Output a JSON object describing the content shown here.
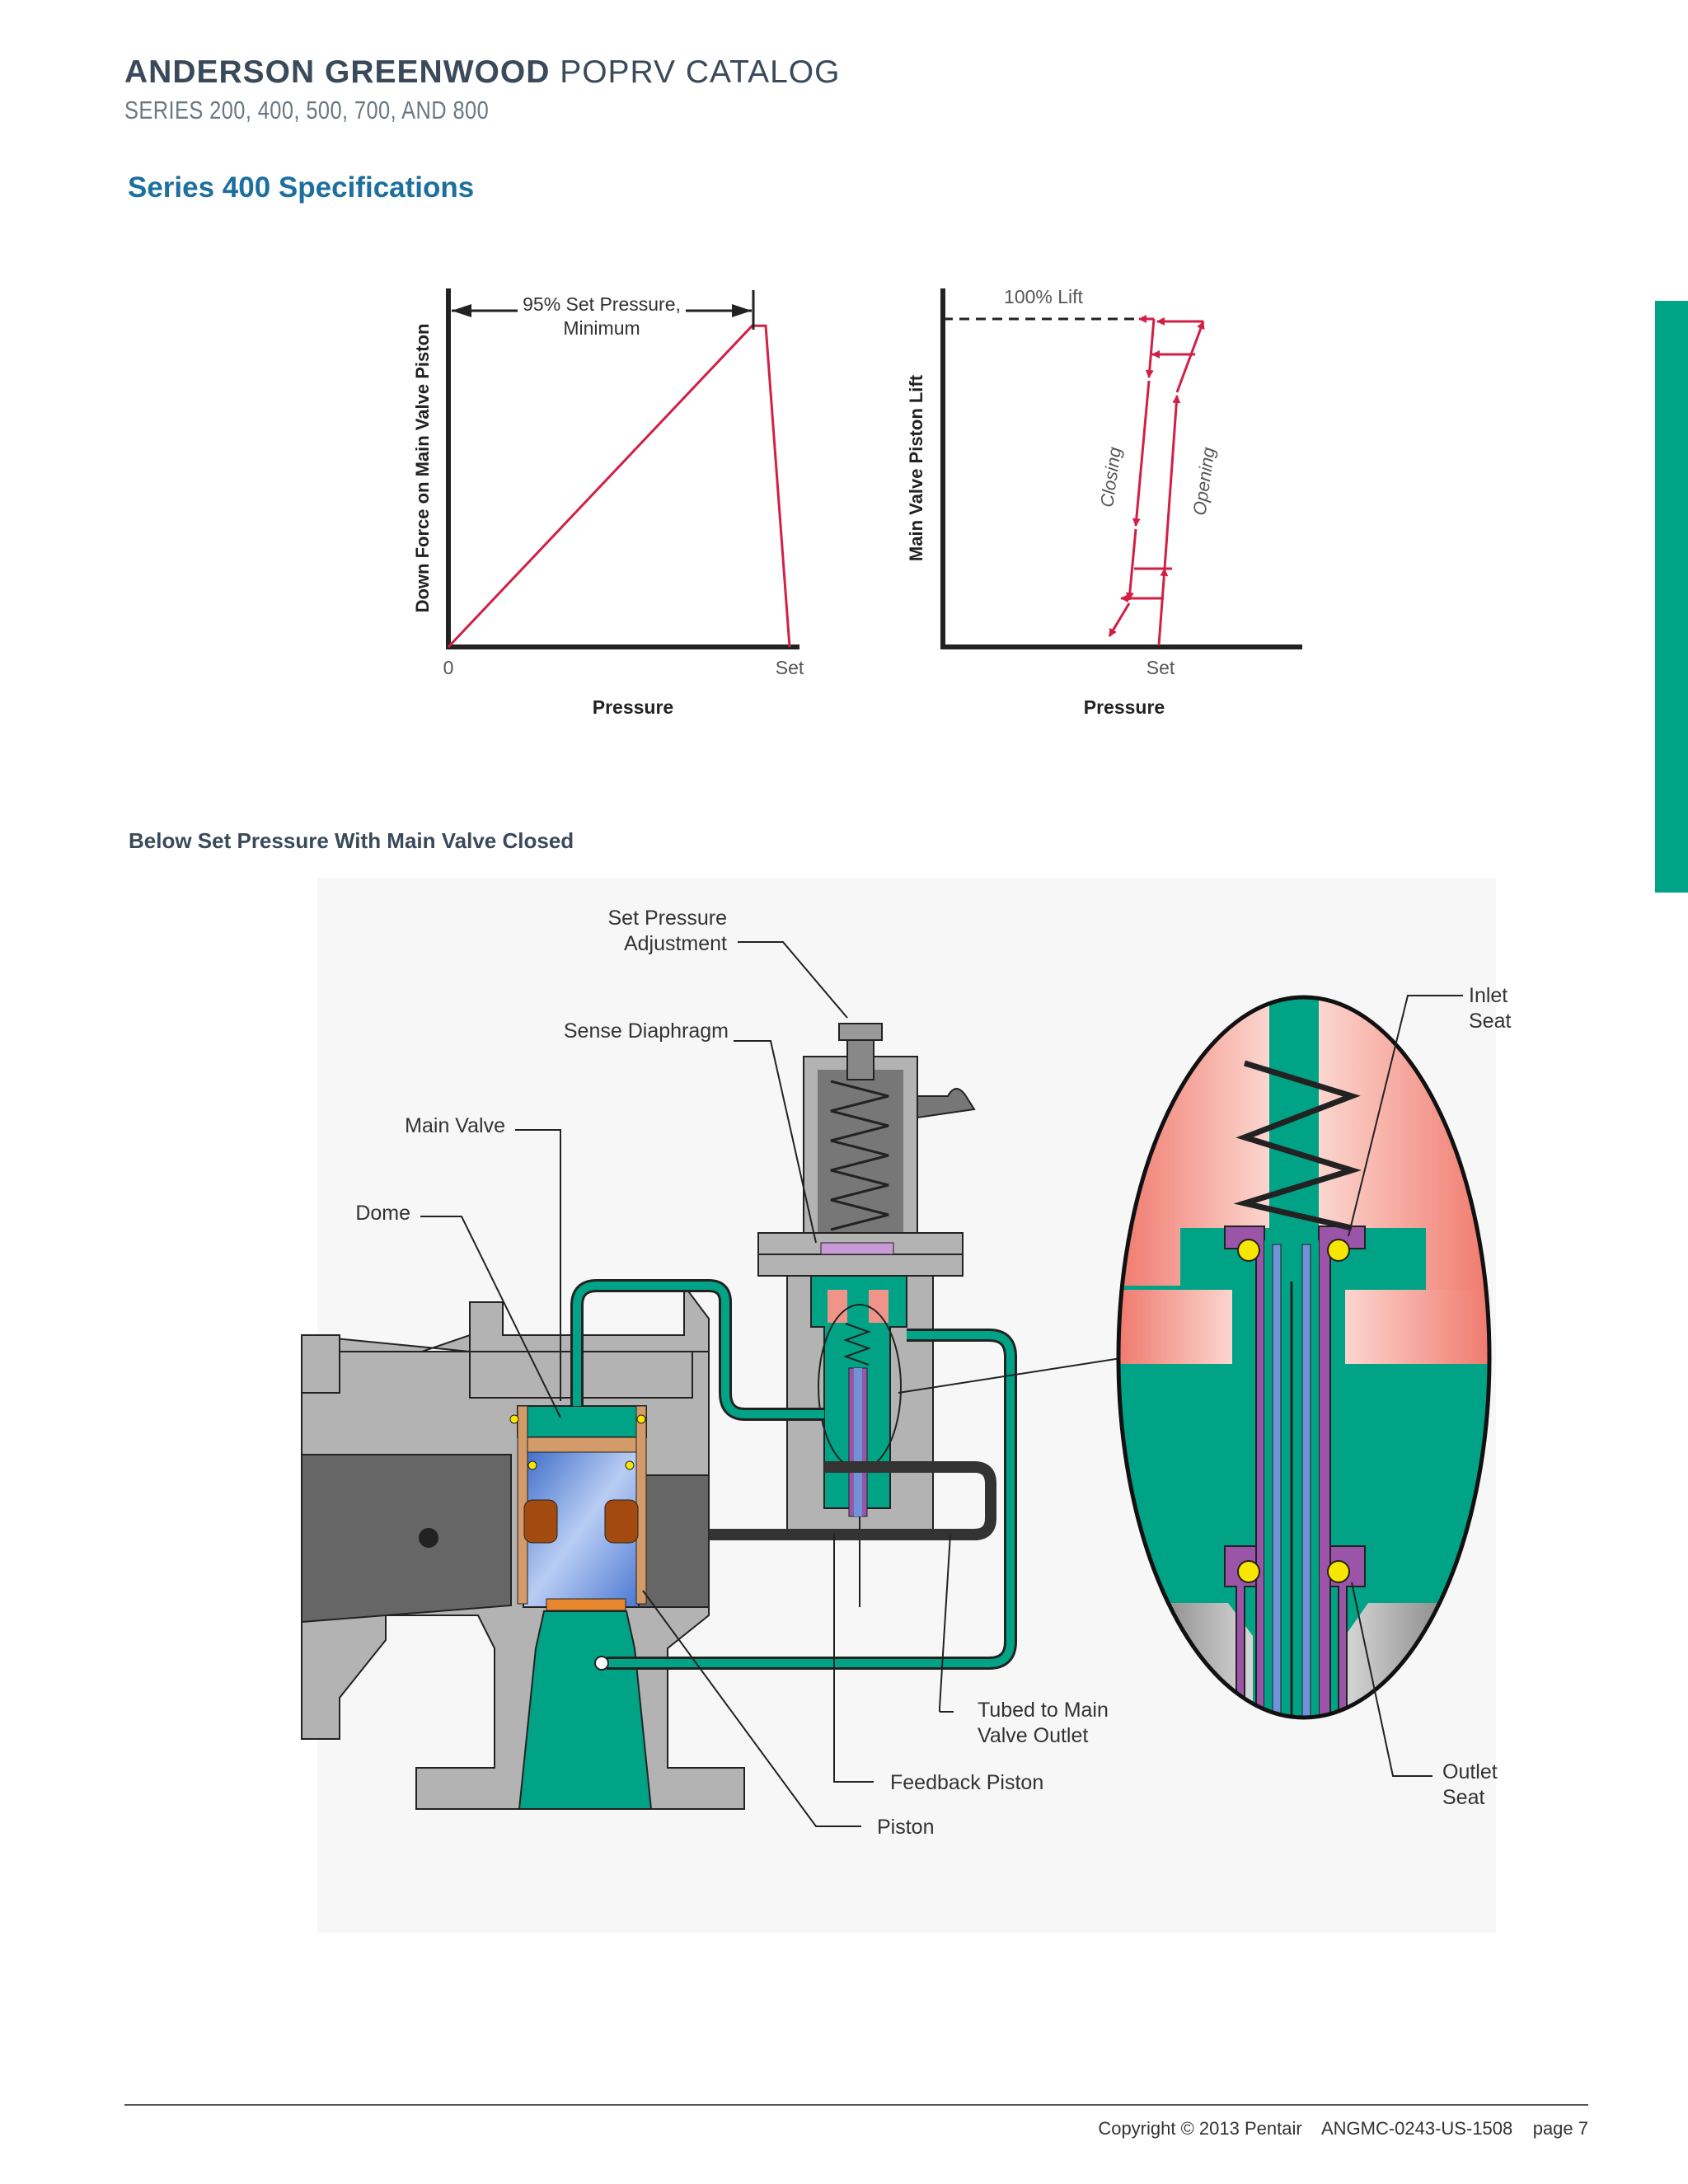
{
  "header": {
    "title_bold": "ANDERSON GREENWOOD",
    "title_rest": " POPRV CATALOG",
    "subtitle": "SERIES 200, 400, 500, 700, AND 800"
  },
  "section_title": "Series 400 Specifications",
  "chart_data": [
    {
      "type": "line",
      "title": "",
      "xlabel": "Pressure",
      "ylabel": "Down Force on Main Valve Piston",
      "x_ticks": [
        "0",
        "Set"
      ],
      "annotation": "95% Set Pressure,\nMinimum",
      "annotation_line1": "95% Set Pressure,",
      "annotation_line2": "Minimum",
      "series": [
        {
          "points": [
            [
              0,
              0
            ],
            [
              0.89,
              0.9
            ],
            [
              0.93,
              0.9
            ],
            [
              1.0,
              0
            ]
          ]
        }
      ],
      "colors": {
        "line": "#d21f45",
        "axis": "#222222"
      }
    },
    {
      "type": "line",
      "title": "",
      "xlabel": "Pressure",
      "ylabel": "Main Valve Piston Lift",
      "x_ticks": [
        "Set"
      ],
      "reference_label": "100% Lift",
      "annotations": [
        "Closing",
        "Opening"
      ],
      "colors": {
        "arrows": "#d21f45",
        "axis": "#222222"
      }
    }
  ],
  "diagram": {
    "subtitle": "Below Set Pressure With Main Valve Closed",
    "labels": {
      "set_pressure_1": "Set Pressure",
      "set_pressure_2": "Adjustment",
      "sense_diaphragm": "Sense Diaphragm",
      "main_valve": "Main Valve",
      "dome": "Dome",
      "inlet_seat_1": "Inlet",
      "inlet_seat_2": "Seat",
      "tubed_1": "Tubed to Main",
      "tubed_2": "Valve Outlet",
      "feedback_piston": "Feedback Piston",
      "piston": "Piston",
      "outlet_seat_1": "Outlet",
      "outlet_seat_2": "Seat"
    },
    "colors": {
      "green": "#00a386",
      "gray": "#b3b3b3",
      "dark_gray": "#666666",
      "salmon": "#f0948a",
      "purple": "#9b55a8",
      "blue": "#6f93d6",
      "yellow": "#f7e600",
      "brown": "#a34a10"
    }
  },
  "footer": {
    "copyright": "Copyright © 2013 Pentair",
    "doc_code": "ANGMC-0243-US-1508",
    "page": "page 7"
  }
}
